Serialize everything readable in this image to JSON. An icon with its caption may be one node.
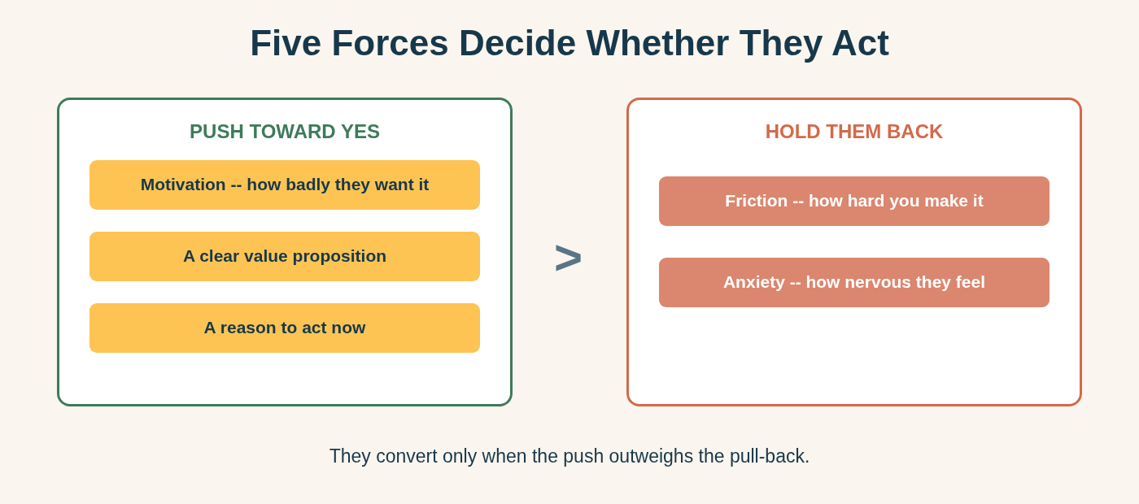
{
  "diagram": {
    "title": "Five Forces Decide Whether They Act",
    "caption": "They convert only when the push outweighs the pull-back.",
    "nodes": [
      {
        "text": [
          "PUSH TOWARD YES"
        ]
      },
      {
        "text": [
          "Motivation -- how badly they want it"
        ],
        "in": 0
      },
      {
        "text": [
          "A clear value proposition"
        ],
        "in": 0
      },
      {
        "text": [
          "A reason to act now"
        ],
        "in": 0
      },
      {
        "text": [
          "HOLD THEM BACK"
        ]
      },
      {
        "text": [
          "Friction -- how hard you make it"
        ],
        "in": 4
      },
      {
        "text": [
          "Anxiety -- how nervous they feel"
        ],
        "in": 4
      }
    ],
    "labels": [
      ">"
    ]
  }
}
